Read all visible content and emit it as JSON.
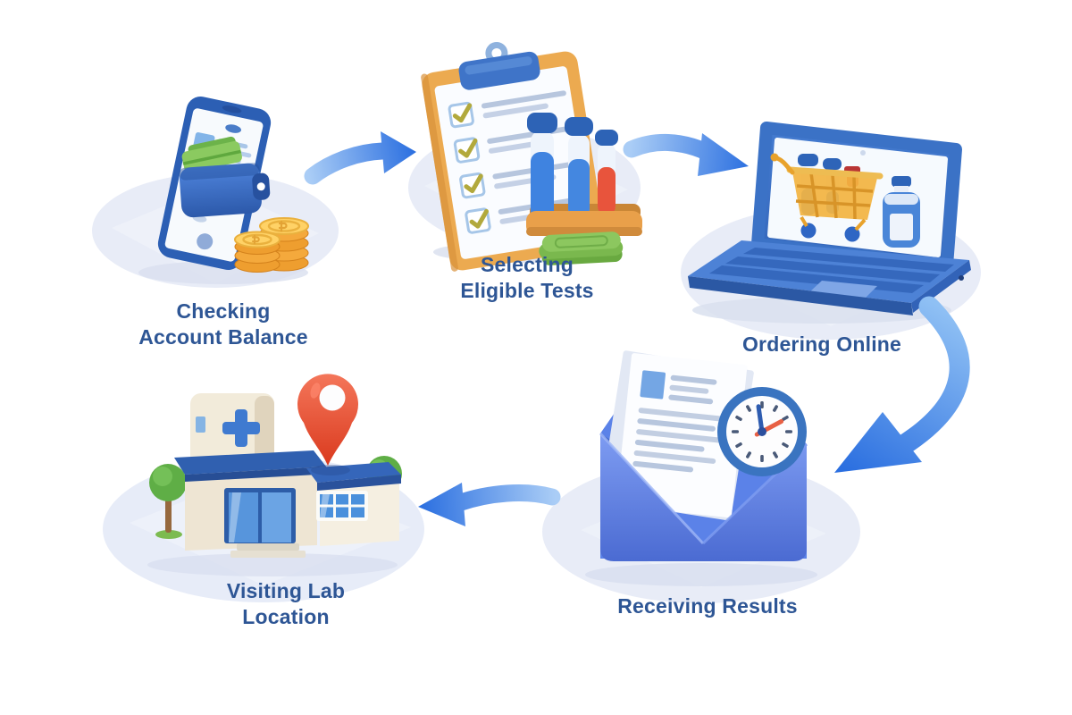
{
  "page": {
    "background_color": "#ffffff",
    "label_color": "#2e5695",
    "blob_color": "#e8ecf7",
    "arrow_gradient_start": "#aacdf6",
    "arrow_gradient_end": "#2b6fe0"
  },
  "steps": [
    {
      "id": "checking-account-balance",
      "order": 1,
      "label_lines": [
        "Checking",
        "Account Balance"
      ],
      "icon": "smartphone-wallet-coins-icon"
    },
    {
      "id": "selecting-eligible-tests",
      "order": 2,
      "label_lines": [
        "Selecting",
        "Eligible Tests"
      ],
      "icon": "clipboard-checklist-test-tubes-icon",
      "checklist_checked_items": 4,
      "test_tube_count": 3
    },
    {
      "id": "ordering-online",
      "order": 3,
      "label_lines": [
        "Ordering Online"
      ],
      "icon": "laptop-shopping-cart-icon"
    },
    {
      "id": "receiving-results",
      "order": 4,
      "label_lines": [
        "Receiving Results"
      ],
      "icon": "envelope-document-clock-icon"
    },
    {
      "id": "visiting-lab-location",
      "order": 5,
      "label_lines": [
        "Visiting Lab",
        "Location"
      ],
      "icon": "lab-building-location-pin-icon"
    }
  ],
  "arrows": [
    {
      "from": "checking-account-balance",
      "to": "selecting-eligible-tests",
      "direction": "right"
    },
    {
      "from": "selecting-eligible-tests",
      "to": "ordering-online",
      "direction": "right"
    },
    {
      "from": "ordering-online",
      "to": "receiving-results",
      "direction": "curved-down-left"
    },
    {
      "from": "receiving-results",
      "to": "visiting-lab-location",
      "direction": "left"
    }
  ]
}
